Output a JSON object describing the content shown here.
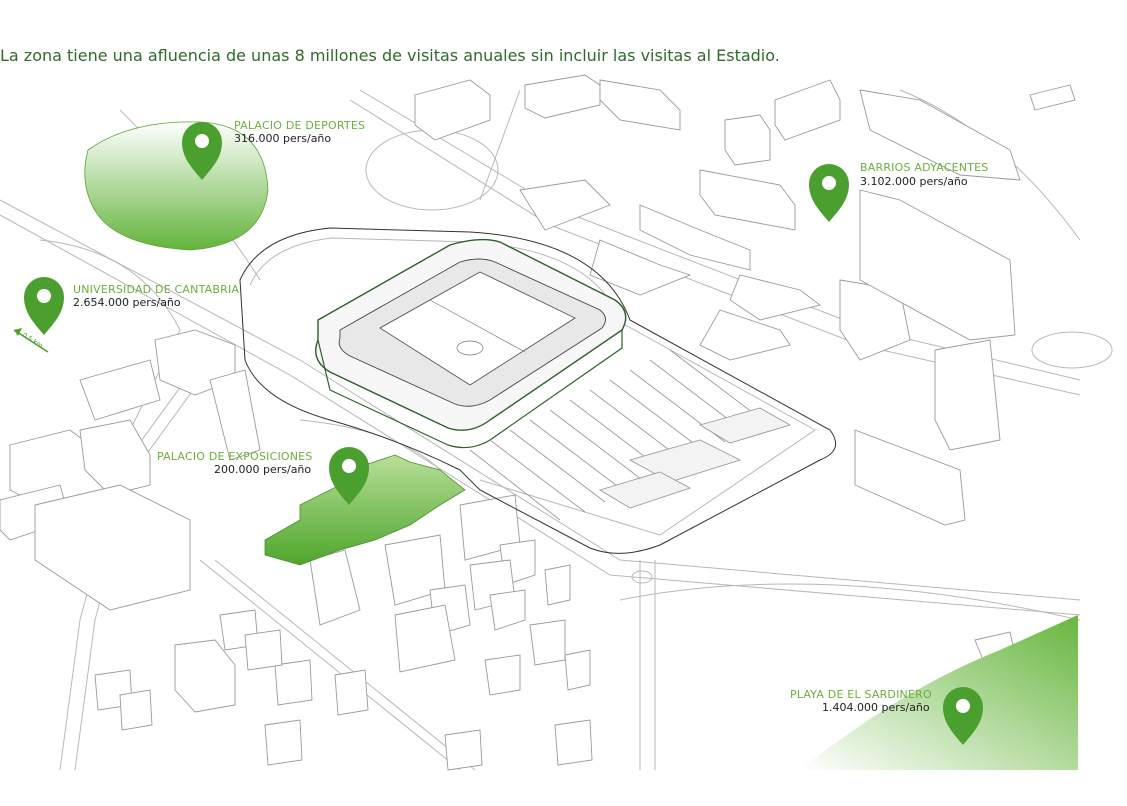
{
  "headline": "La zona tiene una afluencia de unas 8 millones de visitas anuales sin incluir las visitas al Estadio.",
  "colors": {
    "accent": "#6dae3d",
    "pin": "#4a9f2f",
    "text": "#222222"
  },
  "pois": [
    {
      "id": "palacio-deportes",
      "name": "PALACIO DE DEPORTES",
      "value": "316.000 pers/año"
    },
    {
      "id": "barrios",
      "name": "BARRIOS ADYACENTES",
      "value": "3.102.000 pers/año"
    },
    {
      "id": "universidad",
      "name": "UNIVERSIDAD DE CANTABRIA",
      "value": "2.654.000 pers/año"
    },
    {
      "id": "exposiciones",
      "name": "PALACIO DE EXPOSICIONES",
      "value": "200.000 pers/año"
    },
    {
      "id": "sardinero",
      "name": "PLAYA DE EL SARDINERO",
      "value": "1.404.000 pers/año"
    }
  ],
  "arrow_label": "0,5 km",
  "icons": [
    "map-pin-icon",
    "direction-arrow-icon"
  ]
}
